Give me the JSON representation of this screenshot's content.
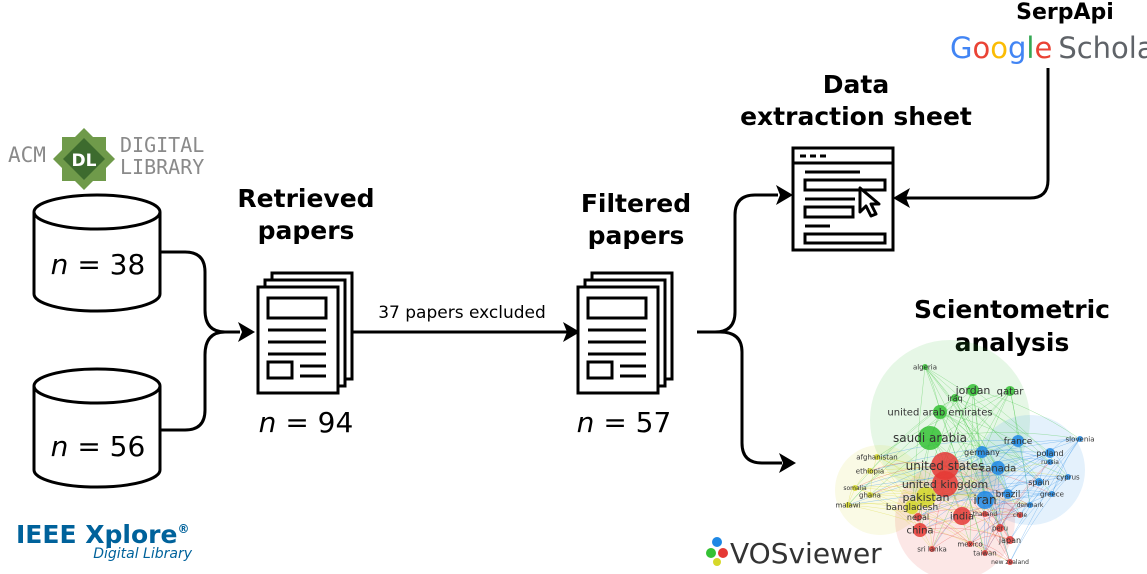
{
  "sources": {
    "acm": {
      "prefix": "ACM",
      "badge": "DL",
      "line1": "DIGITAL",
      "line2": "LIBRARY"
    },
    "ieee": {
      "line1": "IEEE Xplore",
      "reg": "®",
      "line2": "Digital Library"
    },
    "db_top": {
      "var": "n",
      "rest": " = 38"
    },
    "db_bottom": {
      "var": "n",
      "rest": " = 56"
    }
  },
  "retrieved": {
    "title1": "Retrieved",
    "title2": "papers",
    "var": "n",
    "rest": " = 94"
  },
  "exclusion_label": "37 papers excluded",
  "filtered": {
    "title1": "Filtered",
    "title2": "papers",
    "var": "n",
    "rest": " = 57"
  },
  "extraction": {
    "title1": "Data",
    "title2": "extraction sheet"
  },
  "serpapi": {
    "name": "SerpApi",
    "google": [
      "G",
      "o",
      "o",
      "g",
      "l",
      "e"
    ],
    "scholar": "Scholar"
  },
  "scientometric": {
    "title1": "Scientometric",
    "title2": "analysis"
  },
  "vosviewer": {
    "name": "VOSviewer"
  },
  "vos_map": {
    "labels": [
      "algeria",
      "jordan",
      "qatar",
      "iraq",
      "united arab emirates",
      "saudi arabia",
      "france",
      "slovenia",
      "germany",
      "poland",
      "afghanistan",
      "united states",
      "canada",
      "ethiopia",
      "united kingdom",
      "cyprus",
      "spain",
      "somalia",
      "pakistan",
      "iran",
      "brazil",
      "greece",
      "ghana",
      "malawi",
      "bangladesh",
      "nepal",
      "india",
      "china",
      "peru",
      "japan",
      "sri lanka",
      "mexico",
      "taiwan",
      "new zealand",
      "denmark",
      "thailand",
      "russia",
      "chile"
    ]
  },
  "colors": {
    "line": "#000000",
    "google_blue": "#4285F4",
    "google_red": "#EA4335",
    "google_yellow": "#FBBC05",
    "google_green": "#34A853",
    "scholar_gray": "#5f6368",
    "ieee_blue": "#00629B",
    "acm_green": "#4a7a3a",
    "acm_gray": "#8a8a8a",
    "vos_green": "#34c134",
    "vos_red": "#e53935",
    "vos_blue": "#1e88e5",
    "vos_yellow": "#d6d82a"
  }
}
